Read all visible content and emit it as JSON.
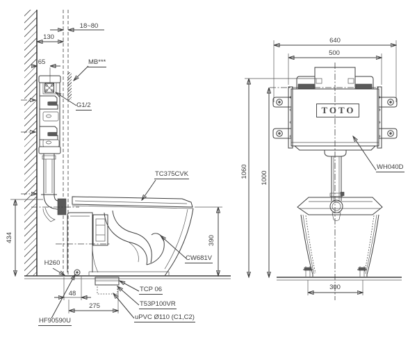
{
  "side_view": {
    "dims": {
      "panel_thickness": "18~80",
      "wall_to_panel": "130",
      "wall_to_inlet": "65",
      "inlet_height": "434",
      "panel_to_bolt": "48",
      "panel_to_outlet": "275",
      "rim_height": "390",
      "outlet_mark": "H260"
    },
    "parts": {
      "wall_board": "MB***",
      "water_inlet": "G1/2",
      "seat": "TC375CVK",
      "bowl": "CW681V",
      "fill_hose": "HF90590U",
      "floor_flange": "TCP 06",
      "seal": "T53P100VR",
      "drain_pipe": "uPVC Ø110 (C1,C2)"
    }
  },
  "front_view": {
    "brand_logo": "TOTO",
    "parts": {
      "concealed_cistern": "WH040D"
    },
    "dims": {
      "overall_width": "640",
      "tank_width": "500",
      "overall_height": "1060",
      "tank_height": "1000",
      "bolt_spacing": "300"
    }
  },
  "style": {
    "ink": "#3c3c3c",
    "background": "#ffffff"
  }
}
